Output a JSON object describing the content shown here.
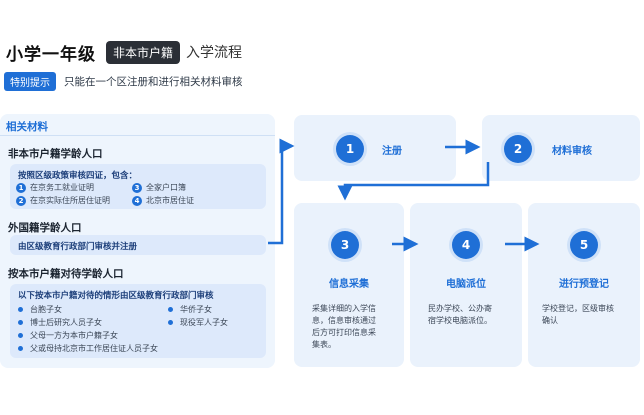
{
  "header": {
    "title_main": "小学一年级",
    "title_badge": "非本市户籍",
    "title_suffix": "入学流程"
  },
  "notice": {
    "tag": "特别提示",
    "text": "只能在一个区注册和进行相关材料审核"
  },
  "left_panel": {
    "heading": "相关材料",
    "section1": {
      "title": "非本市户籍学龄人口",
      "box_title": "按照区级政策审核四证，包含：",
      "items": [
        "在京务工就业证明",
        "全家户口簿",
        "在京实际住所居住证明",
        "北京市居住证"
      ]
    },
    "section2": {
      "title": "外国籍学龄人口",
      "box_title": "由区级教育行政部门审核并注册"
    },
    "section3": {
      "title": "按本市户籍对待学龄人口",
      "box_title": "以下按本市户籍对待的情形由区级教育行政部门审核",
      "items": [
        "台胞子女",
        "华侨子女",
        "博士后研究人员子女",
        "现役军人子女",
        "父母一方为本市户籍子女",
        "父或母持北京市工作居住证人员子女"
      ]
    }
  },
  "steps": [
    {
      "num": "1",
      "label": "注册",
      "desc": ""
    },
    {
      "num": "2",
      "label": "材料审核",
      "desc": ""
    },
    {
      "num": "3",
      "label": "信息采集",
      "desc_lines": [
        "采集详细的入学信",
        "息，信息审核通过",
        "后方可打印信息采",
        "集表。"
      ]
    },
    {
      "num": "4",
      "label": "电脑派位",
      "desc_lines": [
        "民办学校、公办寄",
        "宿学校电脑派位。"
      ]
    },
    {
      "num": "5",
      "label": "进行预登记",
      "desc_lines": [
        "学校登记，区级审核",
        "确认"
      ]
    }
  ],
  "colors": {
    "accent": "#1f6fd6",
    "card_bg": "#eaf2fc",
    "badge_bg": "#2b2f36"
  }
}
